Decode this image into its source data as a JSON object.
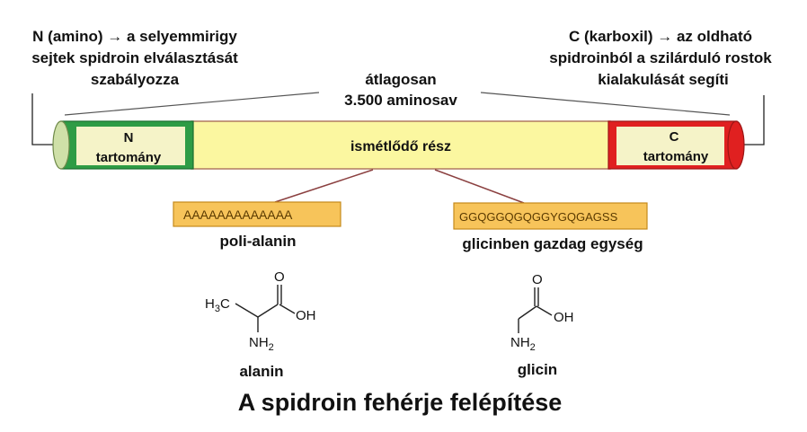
{
  "n_note": {
    "line1": "N (amino) → a selyemmirigy",
    "line2": "sejtek spidroin elválasztását",
    "line3": "szabályozza"
  },
  "c_note": {
    "line1": "C (karboxil) → az oldható",
    "line2": "spidroinból a szilárduló rostok",
    "line3": "kialakulását segíti"
  },
  "length": {
    "line1": "átlagosan",
    "line2": "3.500 aminosav"
  },
  "n_domain": {
    "line1": "N",
    "line2": "tartomány"
  },
  "repeat_region": "ismétlődő rész",
  "c_domain": {
    "line1": "C",
    "line2": "tartomány"
  },
  "poly_ala": {
    "sequence": "AAAAAAAAAAAAA",
    "label": "poli-alanin"
  },
  "gly_rich": {
    "sequence": "GGQGGQGQGGYGQGAGSS",
    "label": "glicinben  gazdag egység"
  },
  "alanine": {
    "h3c": "H",
    "h3c_sub": "3",
    "h3c_c": "C",
    "o": "O",
    "oh": "OH",
    "nh": "NH",
    "nh_sub": "2",
    "name": "alanin"
  },
  "glycine": {
    "o": "O",
    "oh": "OH",
    "nh": "NH",
    "nh_sub": "2",
    "name": "glicin"
  },
  "title": "A spidroin fehérje felépítése",
  "colors": {
    "n_green": "#2e9c45",
    "c_red": "#e02020",
    "middle_yellow": "#fbf7a0",
    "box_fill": "#f5f3c8",
    "seq_orange": "#f7c45a",
    "cap_green": "#cfe0a8"
  }
}
